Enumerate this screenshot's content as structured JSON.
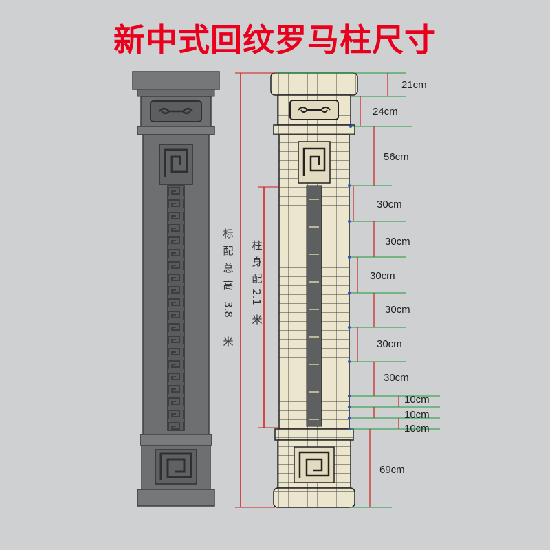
{
  "title": "新中式回纹罗马柱尺寸",
  "labels": {
    "total_height": [
      "标",
      "配",
      "总",
      "高",
      "3.8",
      "米"
    ],
    "shaft_height": [
      "柱",
      "身",
      "配",
      "2.1",
      "米"
    ]
  },
  "dimensions": [
    {
      "label": "21cm"
    },
    {
      "label": "24cm"
    },
    {
      "label": "56cm"
    },
    {
      "label": "30cm"
    },
    {
      "label": "30cm"
    },
    {
      "label": "30cm"
    },
    {
      "label": "30cm"
    },
    {
      "label": "30cm"
    },
    {
      "label": "30cm"
    },
    {
      "label": "10cm"
    },
    {
      "label": "10cm"
    },
    {
      "label": "10cm"
    },
    {
      "label": "69cm"
    }
  ],
  "colors": {
    "title": "#e8001c",
    "solid_column": "#6e6f71",
    "solid_dark": "#4a4b4d",
    "wire_fill": "#ece6cf",
    "wire_line": "#2a2a2a",
    "dim_red": "#d11a1a",
    "dim_green": "#1a9a3a",
    "dim_blue": "#3050c0"
  }
}
